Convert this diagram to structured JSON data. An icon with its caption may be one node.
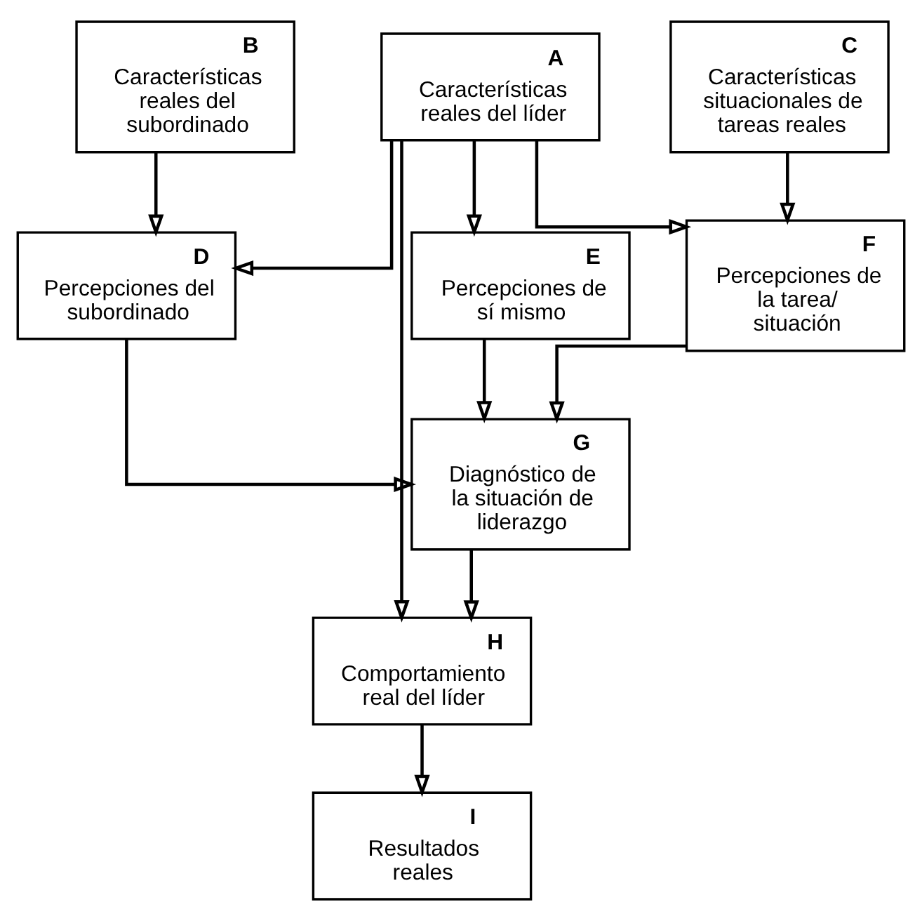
{
  "diagram": {
    "nodes": [
      {
        "text": [
          "A",
          "Características reales del líder"
        ]
      },
      {
        "text": [
          "B",
          "Características reales del subordinado"
        ]
      },
      {
        "text": [
          "C",
          "Características situacionales de tareas reales"
        ]
      },
      {
        "text": [
          "D",
          "Percepciones del subordinado"
        ]
      },
      {
        "text": [
          "E",
          "Percepciones de sí mismo"
        ]
      },
      {
        "text": [
          "F",
          "Percepciones de la tarea/ situación"
        ]
      },
      {
        "text": [
          "G",
          "Diagnóstico de la situación de liderazgo"
        ]
      },
      {
        "text": [
          "H",
          "Comportamiento real del líder"
        ]
      },
      {
        "text": [
          "I",
          "Resultados reales"
        ]
      }
    ],
    "edges": [
      {
        "from": 1,
        "to": 3,
        "arrow": "to"
      },
      {
        "from": 0,
        "to": 3,
        "arrow": "to"
      },
      {
        "from": 0,
        "to": 4,
        "arrow": "to"
      },
      {
        "from": 0,
        "to": 7,
        "arrow": "to"
      },
      {
        "from": 0,
        "to": 5,
        "arrow": "to"
      },
      {
        "from": 2,
        "to": 5,
        "arrow": "to"
      },
      {
        "from": 4,
        "to": 6,
        "arrow": "to"
      },
      {
        "from": 3,
        "to": 6,
        "arrow": "to"
      },
      {
        "from": 5,
        "to": 6,
        "arrow": "to"
      },
      {
        "from": 6,
        "to": 7,
        "arrow": "to"
      },
      {
        "from": 7,
        "to": 8,
        "arrow": "to"
      }
    ]
  }
}
